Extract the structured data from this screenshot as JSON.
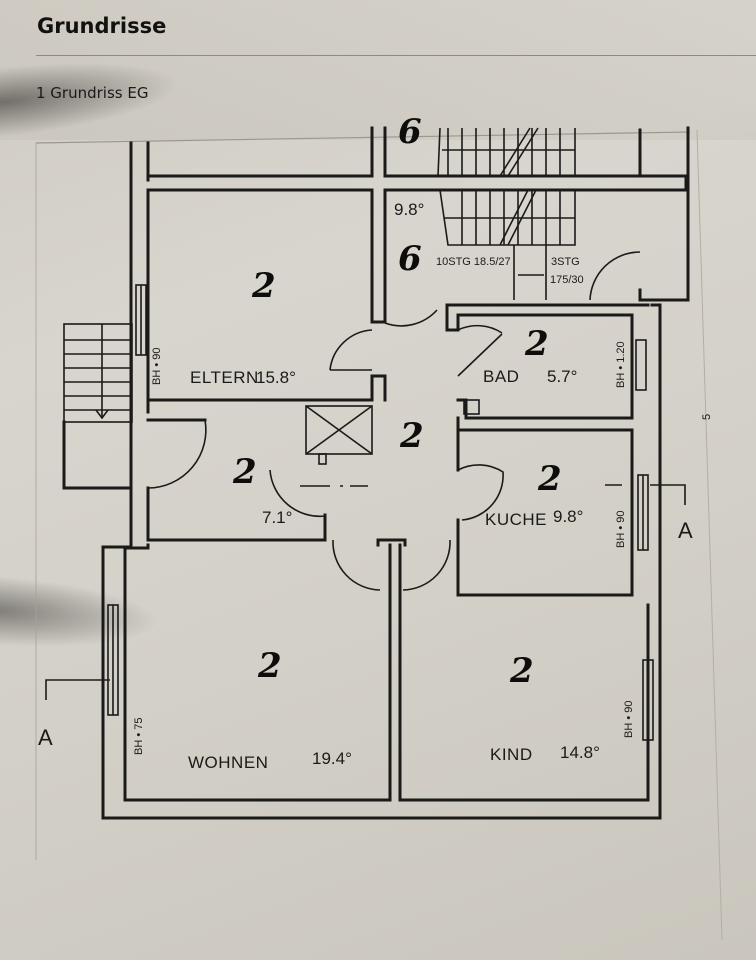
{
  "document": {
    "heading": "Grundrisse",
    "subheading": "1 Grundriss EG"
  },
  "floorplan": {
    "rooms": [
      {
        "name": "ELTERN",
        "area": "15.8°",
        "mark": "2"
      },
      {
        "name": "BAD",
        "area": "5.7°",
        "mark": "2"
      },
      {
        "name": "KÜCHE",
        "name_printed": "KUCHE",
        "area": "9.8°",
        "mark": "2"
      },
      {
        "name": "WOHNEN",
        "area": "19.4°",
        "mark": "2"
      },
      {
        "name": "KIND",
        "area": "14.8°",
        "mark": "2"
      },
      {
        "name": "",
        "area": "7.1°",
        "mark": "2"
      },
      {
        "name": "",
        "area": "",
        "mark": "2"
      },
      {
        "name": "",
        "area": "9.8°",
        "mark": "6"
      }
    ],
    "top_mark": "6",
    "stair_notes": {
      "main": "10STG 18.5/27",
      "side_steps": "3STG",
      "side_ratio": "175/30"
    },
    "window_notes": {
      "eltern": "BH • 90",
      "bad": "BH • 1.20",
      "kueche": "BH • 90",
      "wohnen": "BH • 75",
      "kind": "BH • 90"
    },
    "section_markers": [
      "A",
      "A"
    ],
    "margin_note": "5"
  }
}
